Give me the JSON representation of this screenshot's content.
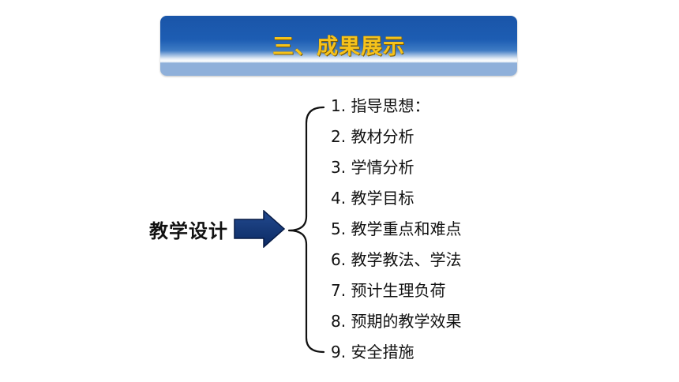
{
  "title": "三、成果展示",
  "main_label": "教学设计",
  "items": [
    "1. 指导思想：",
    "2. 教材分析",
    "3. 学情分析",
    "4. 教学目标",
    "5. 教学重点和难点",
    "6. 教学教法、学法",
    "7. 预计生理负荷",
    "8. 预期的教学效果",
    "9. 安全措施"
  ],
  "colors": {
    "banner_blue": "#1a55a8",
    "title_gold": "#f6c21a",
    "arrow_navy": "#0d2f6e"
  },
  "icons": {
    "arrow": "right-arrow-icon",
    "brace": "left-brace-icon"
  }
}
